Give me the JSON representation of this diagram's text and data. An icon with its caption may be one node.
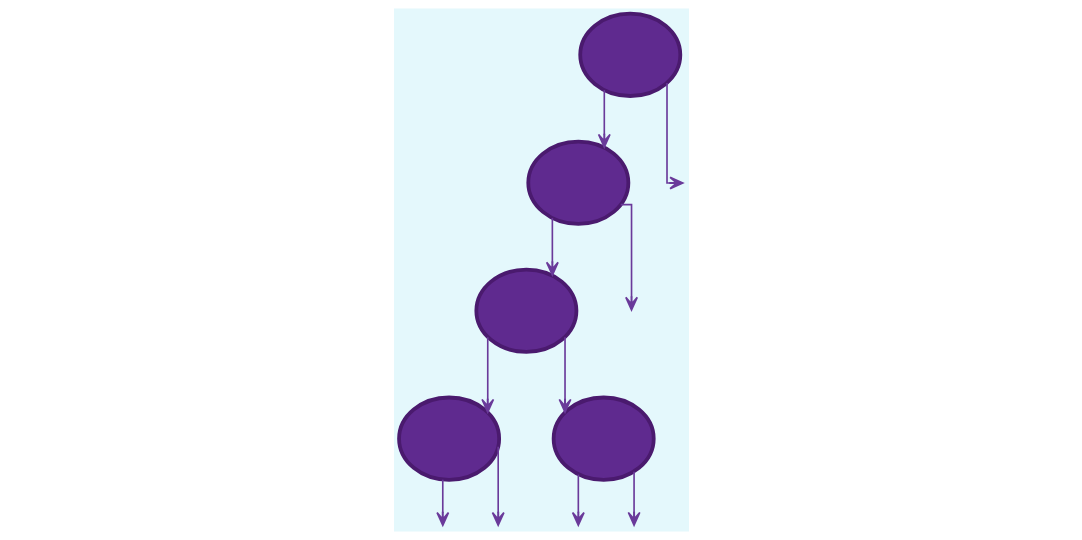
{
  "diagram": {
    "nodes": [
      {
        "text": [],
        "shape": "circle"
      },
      {
        "text": [],
        "shape": "circle"
      },
      {
        "text": [],
        "shape": "circle"
      },
      {
        "text": [],
        "shape": "circle"
      },
      {
        "text": [],
        "shape": "circle"
      }
    ],
    "edges": [
      {
        "from": 0,
        "to": 1,
        "arrow": "to"
      },
      {
        "from": 0,
        "to": null,
        "arrow": "to"
      },
      {
        "from": 1,
        "to": null,
        "arrow": "to"
      },
      {
        "from": 1,
        "to": 2,
        "arrow": "to"
      },
      {
        "from": 2,
        "to": 4,
        "arrow": "to"
      },
      {
        "from": 2,
        "to": 3,
        "arrow": "to"
      },
      {
        "from": 3,
        "to": null,
        "arrow": "to"
      },
      {
        "from": 3,
        "to": null,
        "arrow": "to"
      },
      {
        "from": 4,
        "to": null,
        "arrow": "to"
      },
      {
        "from": 4,
        "to": null,
        "arrow": "to"
      }
    ]
  }
}
